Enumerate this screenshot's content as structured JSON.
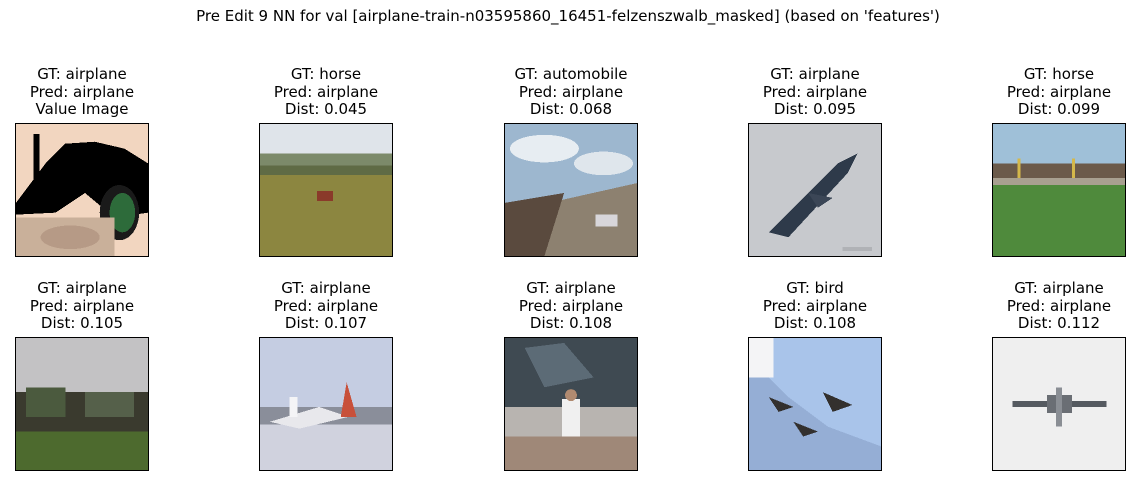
{
  "figure": {
    "title": "Pre Edit 9 NN for val [airplane-train-n03595860_16451-felzenszwalb_masked] (based on 'features')"
  },
  "panels": [
    {
      "gt": "GT: airplane",
      "pred": "Pred: airplane",
      "info": "Value Image",
      "image_name": "masked-airplane-image",
      "colors": {
        "sky": "#f2d6c0",
        "ground": "#c9b09a",
        "accent": "#2d6b3a"
      }
    },
    {
      "gt": "GT: horse",
      "pred": "Pred: airplane",
      "info": "Dist: 0.045",
      "image_name": "horse-field-image",
      "colors": {
        "sky": "#dfe4ea",
        "ground": "#8c8640",
        "accent": "#8a3a2a"
      }
    },
    {
      "gt": "GT: automobile",
      "pred": "Pred: airplane",
      "info": "Dist: 0.068",
      "image_name": "automobile-road-image",
      "colors": {
        "sky": "#9db7cf",
        "ground": "#8d8170",
        "accent": "#5a4a3e"
      }
    },
    {
      "gt": "GT: airplane",
      "pred": "Pred: airplane",
      "info": "Dist: 0.095",
      "image_name": "airplane-sky-image",
      "colors": {
        "sky": "#c7c9cd",
        "ground": "#c7c9cd",
        "accent": "#2e3a4a"
      }
    },
    {
      "gt": "GT: horse",
      "pred": "Pred: airplane",
      "info": "Dist: 0.099",
      "image_name": "horse-stadium-image",
      "colors": {
        "sky": "#9fc0d8",
        "ground": "#4f8a3c",
        "accent": "#6b5a4a"
      }
    },
    {
      "gt": "GT: airplane",
      "pred": "Pred: airplane",
      "info": "Dist: 0.105",
      "image_name": "airplane-grass-image",
      "colors": {
        "sky": "#c3c2c4",
        "ground": "#4d6a2e",
        "accent": "#3a3a2e"
      }
    },
    {
      "gt": "GT: airplane",
      "pred": "Pred: airplane",
      "info": "Dist: 0.107",
      "image_name": "airplane-tarmac-image",
      "colors": {
        "sky": "#c5cde2",
        "ground": "#d0d2de",
        "accent": "#c8503a"
      }
    },
    {
      "gt": "GT: airplane",
      "pred": "Pred: airplane",
      "info": "Dist: 0.108",
      "image_name": "airplane-hangar-image",
      "colors": {
        "sky": "#7f8e98",
        "ground": "#b8b4b0",
        "accent": "#3f4a52"
      }
    },
    {
      "gt": "GT: bird",
      "pred": "Pred: airplane",
      "info": "Dist: 0.108",
      "image_name": "bird-formation-image",
      "colors": {
        "sky": "#a9c4ea",
        "ground": "#6f88b0",
        "accent": "#33302e"
      }
    },
    {
      "gt": "GT: airplane",
      "pred": "Pred: airplane",
      "info": "Dist: 0.112",
      "image_name": "airplane-white-image",
      "colors": {
        "sky": "#efefef",
        "ground": "#f4f4f4",
        "accent": "#555a60"
      }
    }
  ]
}
